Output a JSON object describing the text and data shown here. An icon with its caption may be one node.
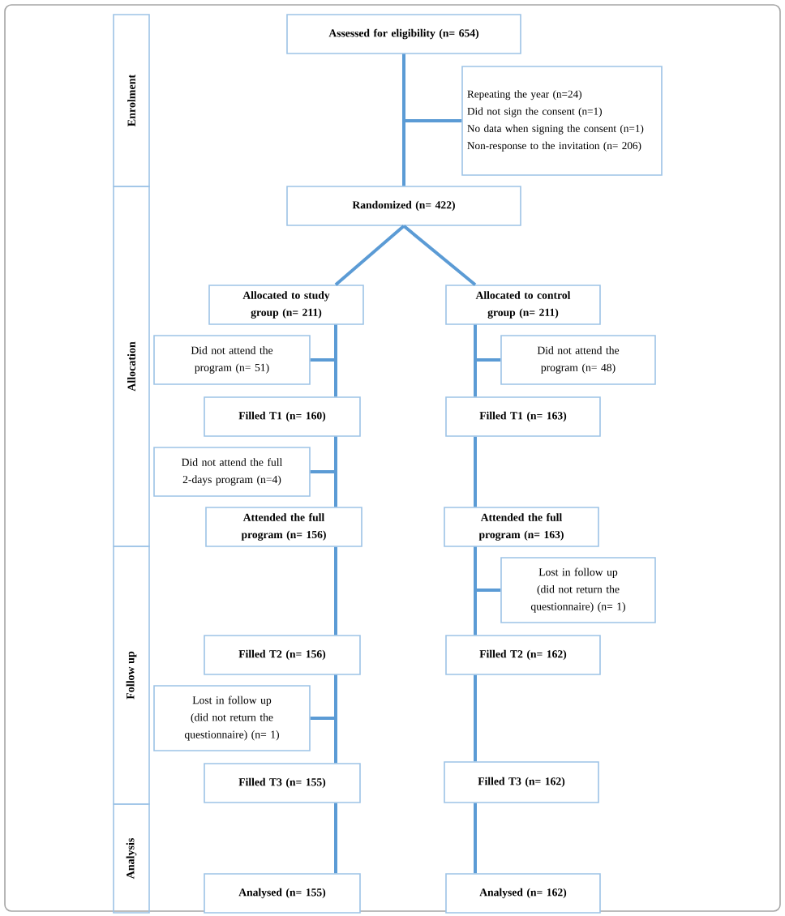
{
  "diagram": {
    "nodes": [
      {
        "text": [
          "Enrolment"
        ]
      },
      {
        "text": [
          "Allocation"
        ]
      },
      {
        "text": [
          "Follow up"
        ]
      },
      {
        "text": [
          "Analysis"
        ]
      },
      {
        "text": [
          "Assessed for eligibility (n= 654)"
        ]
      },
      {
        "text": [
          "Repeating the year (n=24)",
          "Did not sign the consent (n=1)",
          "No data when signing the consent (n=1)",
          "Non-response to the invitation (n= 206)"
        ]
      },
      {
        "text": [
          "Randomized (n= 422)"
        ]
      },
      {
        "text": [
          "Allocated to study group (n= 211)"
        ]
      },
      {
        "text": [
          "Allocated to control group (n= 211)"
        ]
      },
      {
        "text": [
          "Did not attend the program (n= 51)"
        ]
      },
      {
        "text": [
          "Did not attend the program (n= 48)"
        ]
      },
      {
        "text": [
          "Filled T1 (n= 160)"
        ]
      },
      {
        "text": [
          "Filled T1 (n= 163)"
        ]
      },
      {
        "text": [
          "Did not attend the full 2-days program (n=4)"
        ]
      },
      {
        "text": [
          "Attended the full program (n= 156)"
        ]
      },
      {
        "text": [
          "Attended the full program (n= 163)"
        ]
      },
      {
        "text": [
          "Lost in follow up (did not return the questionnaire) (n= 1)"
        ]
      },
      {
        "text": [
          "Filled T2 (n= 156)"
        ]
      },
      {
        "text": [
          "Filled T2 (n= 162)"
        ]
      },
      {
        "text": [
          "Lost in follow up (did not return the questionnaire) (n= 1)"
        ]
      },
      {
        "text": [
          "Filled T3 (n= 155)"
        ]
      },
      {
        "text": [
          "Filled T3 (n= 162)"
        ]
      },
      {
        "text": [
          "Analysed (n= 155)"
        ]
      },
      {
        "text": [
          "Analysed (n= 162)"
        ]
      }
    ],
    "edges": [
      {
        "from": 4,
        "to": 6,
        "arrow": "none"
      },
      {
        "from": 4,
        "to": 5,
        "arrow": "none"
      },
      {
        "from": 6,
        "to": 7,
        "arrow": "none"
      },
      {
        "from": 6,
        "to": 8,
        "arrow": "none"
      },
      {
        "from": 7,
        "to": 11,
        "arrow": "none"
      },
      {
        "from": 7,
        "to": 9,
        "arrow": "none"
      },
      {
        "from": 8,
        "to": 12,
        "arrow": "none"
      },
      {
        "from": 8,
        "to": 10,
        "arrow": "none"
      },
      {
        "from": 11,
        "to": 14,
        "arrow": "none"
      },
      {
        "from": 11,
        "to": 13,
        "arrow": "none"
      },
      {
        "from": 12,
        "to": 15,
        "arrow": "none"
      },
      {
        "from": 14,
        "to": 17,
        "arrow": "none"
      },
      {
        "from": 15,
        "to": 18,
        "arrow": "none"
      },
      {
        "from": 15,
        "to": 16,
        "arrow": "none"
      },
      {
        "from": 17,
        "to": 20,
        "arrow": "none"
      },
      {
        "from": 17,
        "to": 19,
        "arrow": "none"
      },
      {
        "from": 18,
        "to": 21,
        "arrow": "none"
      },
      {
        "from": 20,
        "to": 22,
        "arrow": "none"
      },
      {
        "from": 21,
        "to": 23,
        "arrow": "none"
      }
    ]
  }
}
